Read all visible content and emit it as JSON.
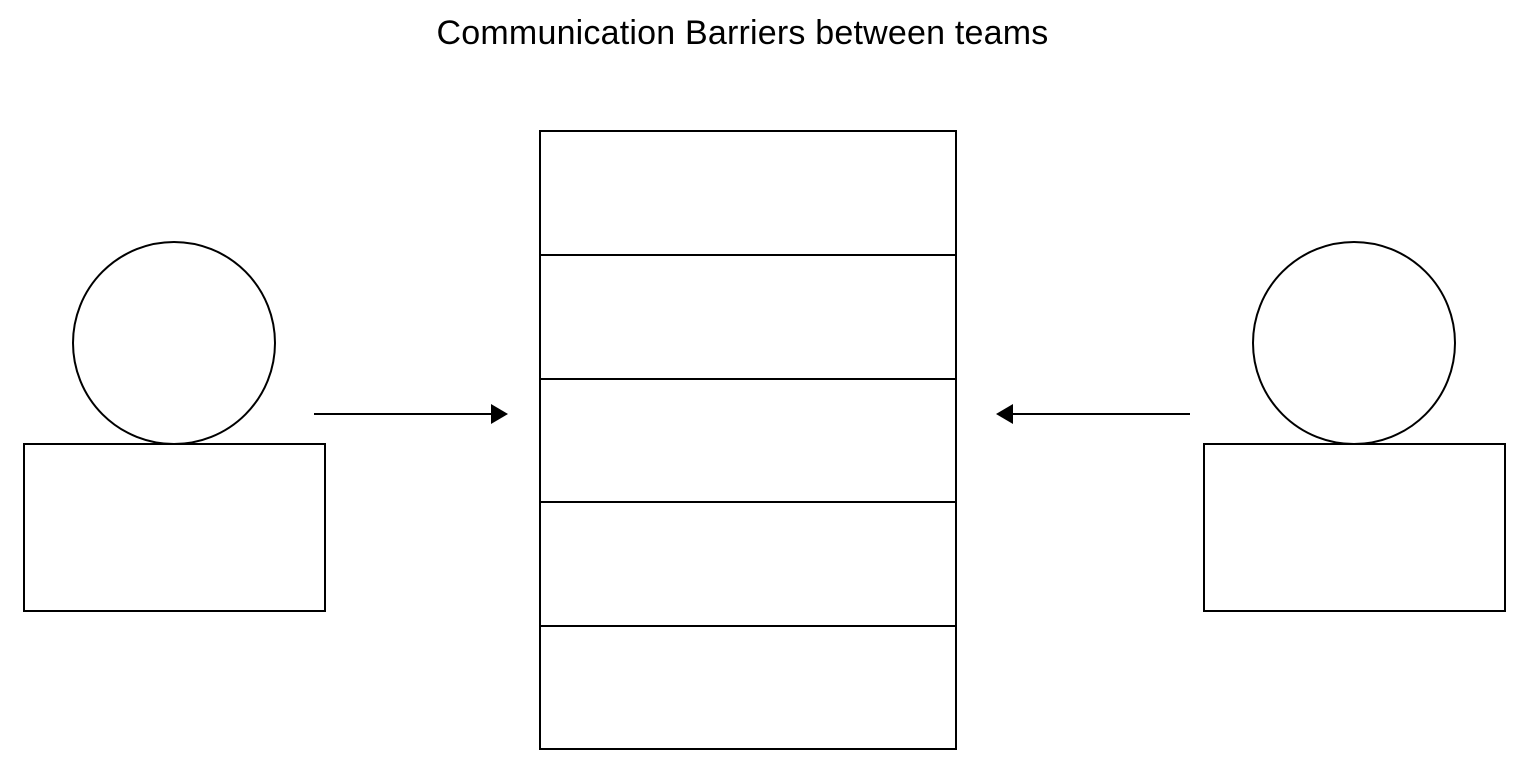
{
  "title": "Communication Barriers between teams",
  "colors": {
    "stroke": "#000000",
    "background": "#ffffff"
  },
  "diagram": {
    "people": [
      {
        "name": "person-left"
      },
      {
        "name": "person-right"
      }
    ],
    "barrier_layers": 5,
    "arrows": [
      {
        "name": "arrow-left-to-barrier",
        "direction": "right"
      },
      {
        "name": "arrow-right-to-barrier",
        "direction": "left"
      }
    ]
  }
}
